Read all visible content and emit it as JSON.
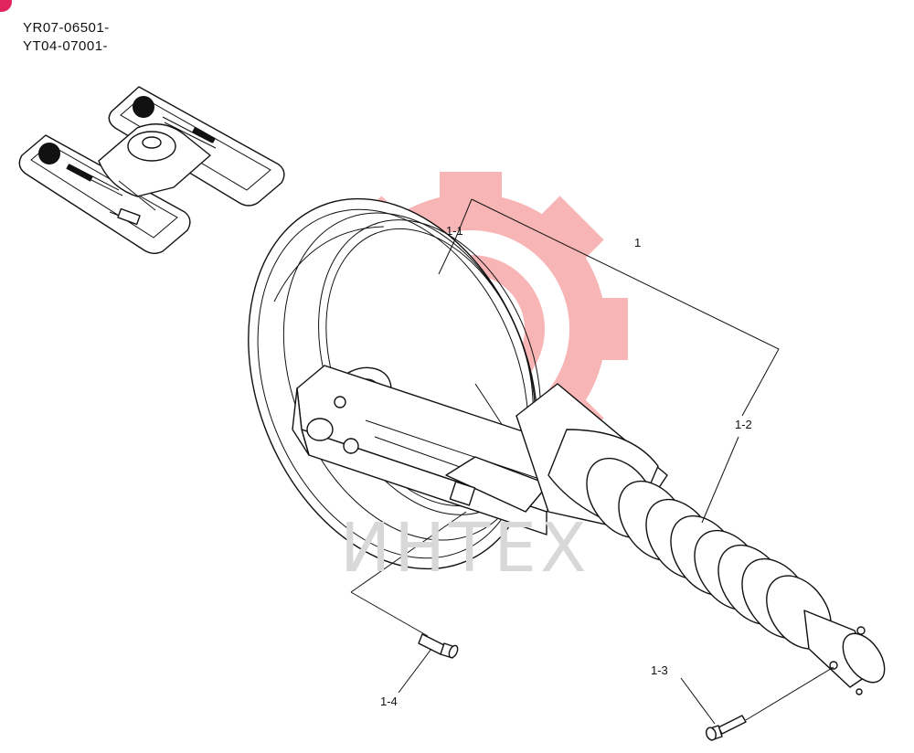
{
  "header": {
    "serial_1": "YR07-06501-",
    "serial_2": "YT04-07001-"
  },
  "watermark": {
    "text": "ИНТЕХ",
    "logo_color": "#f7a9a9",
    "text_color": "#d8d8d8"
  },
  "callouts": {
    "assembly": "1",
    "idler": "1-1",
    "spring": "1-2",
    "bolt_right": "1-3",
    "bolt_left": "1-4"
  },
  "badge_color": "#e0245e"
}
